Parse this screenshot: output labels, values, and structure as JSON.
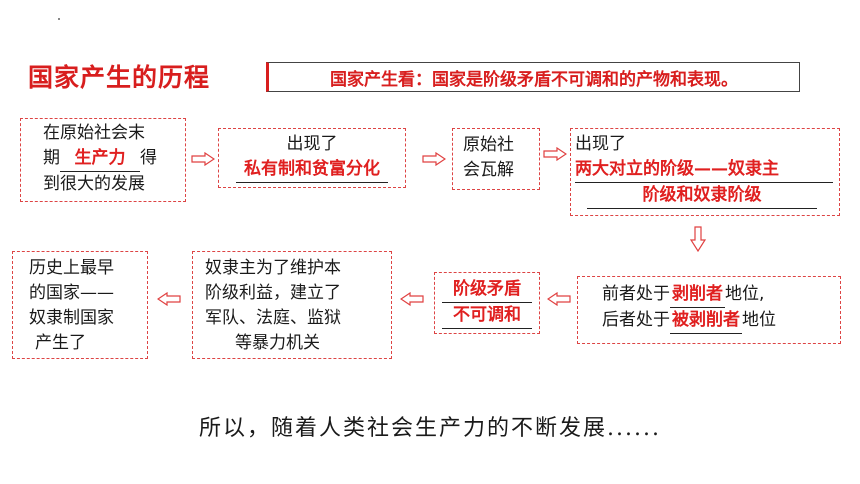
{
  "title": "国家产生的历程",
  "subtitle": "国家产生看：国家是阶级矛盾不可调和的产物和表现。",
  "boxes": {
    "b1": {
      "line1": "在原始社会末",
      "pre": "期",
      "fill": "生产力",
      "post": "得",
      "line3": "到很大的发展"
    },
    "b2": {
      "line1": "出现了",
      "fill": "私有制和贫富分化"
    },
    "b3": {
      "line1": "原始社",
      "line2": "会瓦解"
    },
    "b4": {
      "line1": "出现了",
      "fill1": "两大对立的阶级——奴隶主",
      "fill2": "阶级和奴隶阶级"
    },
    "b5": {
      "pre1": "前者处于",
      "fill1": "剥削者",
      "post1": "地位,",
      "pre2": "后者处于",
      "fill2": "被剥削者",
      "post2": "地位"
    },
    "b6": {
      "fill1": "阶级矛盾",
      "fill2": "不可调和"
    },
    "b7": {
      "line1": "奴隶主为了维护本",
      "line2": "阶级利益，建立了",
      "line3": "军队、法庭、监狱",
      "line4": "等暴力机关"
    },
    "b8": {
      "line1": "历史上最早",
      "line2": "的国家——",
      "line3": "奴隶制国家",
      "line4": "产生了"
    }
  },
  "conclusion": "所以，随着人类社会生产力的不断发展......"
}
